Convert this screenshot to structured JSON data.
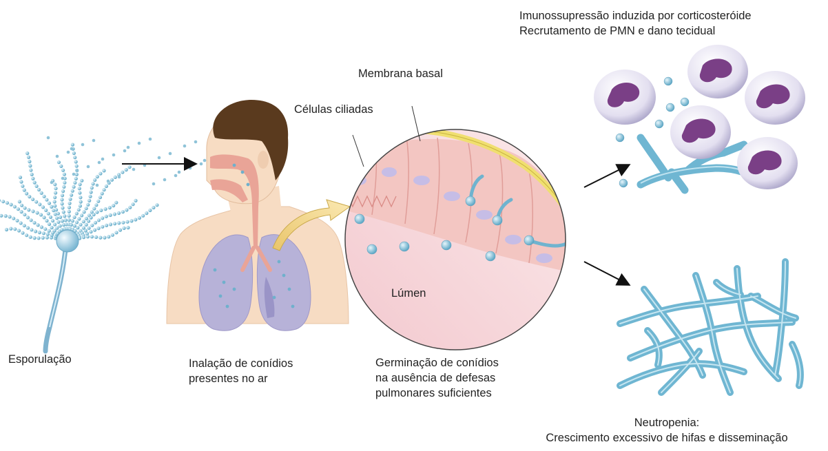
{
  "labels": {
    "sporulation": "Esporulação",
    "inhalation": [
      "Inalação de conídios",
      "presentes no ar"
    ],
    "germination": [
      "Germinação de conídios",
      "na ausência de defesas",
      "pulmonares suficientes"
    ],
    "basal_membrane": "Membrana basal",
    "ciliated_cells": "Células ciliadas",
    "lumen": "Lúmen",
    "immunosuppression": [
      "Imunossupressão induzida por corticosteróide",
      "Recrutamento de PMN e dano tecidual"
    ],
    "neutropenia": [
      "Neutropenia:",
      "Crescimento excessivo de hifas e disseminação"
    ]
  },
  "colors": {
    "spore": "#8fc3d8",
    "hypha": "#7fbfd6",
    "skin": "#f6dcc0",
    "hair": "#5a3a1e",
    "lung": "#b7b2d8",
    "airway": "#e8a79a",
    "membrane": "#f1e27a",
    "neutrophil_cytoplasm": "#ddd8ec",
    "neutrophil_nucleus": "#7a3f86",
    "lumen_pink": "#f6d2d4",
    "arrow_yellow": "#f4d98a"
  }
}
